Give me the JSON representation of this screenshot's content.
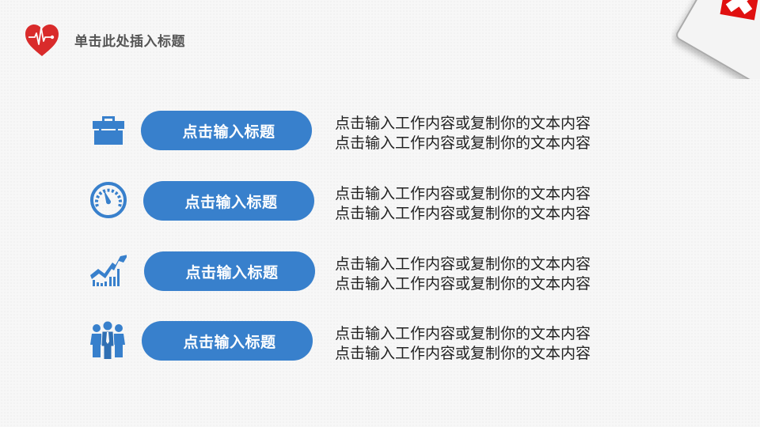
{
  "header": {
    "title": "单击此处插入标题",
    "icon": "heart-pulse-icon",
    "accent_color": "#d92b2b"
  },
  "decoration": {
    "icon": "first-aid-kit-icon",
    "cross_color": "#e01010"
  },
  "theme": {
    "pill_color": "#3880cc",
    "icon_color": "#3880cc"
  },
  "rows": [
    {
      "icon": "briefcase-icon",
      "label": "点击输入标题",
      "lines": [
        "点击输入工作内容或复制你的文本内容",
        "点击输入工作内容或复制你的文本内容"
      ]
    },
    {
      "icon": "speedometer-icon",
      "label": "点击输入标题",
      "lines": [
        "点击输入工作内容或复制你的文本内容",
        "点击输入工作内容或复制你的文本内容"
      ]
    },
    {
      "icon": "growth-chart-icon",
      "label": "点击输入标题",
      "lines": [
        "点击输入工作内容或复制你的文本内容",
        "点击输入工作内容或复制你的文本内容"
      ]
    },
    {
      "icon": "team-icon",
      "label": "点击输入标题",
      "lines": [
        "点击输入工作内容或复制你的文本内容",
        "点击输入工作内容或复制你的文本内容"
      ]
    }
  ]
}
